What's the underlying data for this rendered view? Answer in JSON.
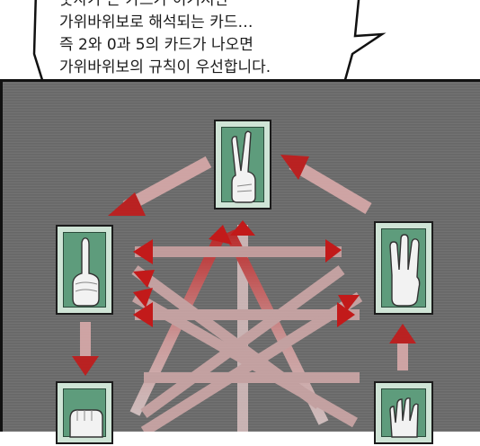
{
  "speech_bubble": {
    "lines": [
      "숫자가 큰 카드가 이기지만",
      "가위바위보로 해석되는 카드…",
      "즉 2와 0과 5의 카드가 나오면",
      "가위바위보의 규칙이 우선합니다."
    ]
  },
  "cards": [
    {
      "name": "card-scissors-top",
      "hand": "scissors"
    },
    {
      "name": "card-one-left",
      "hand": "one-finger"
    },
    {
      "name": "card-three-right",
      "hand": "three-fingers"
    },
    {
      "name": "card-fist-bottom-left",
      "hand": "rock"
    },
    {
      "name": "card-paper-bottom-right",
      "hand": "paper"
    }
  ],
  "colors": {
    "arrow": "#c21a1a",
    "card_frame": "#cfe4d6",
    "card_inner": "#5e9c7c",
    "panel_bg": "#6a6a6a"
  }
}
